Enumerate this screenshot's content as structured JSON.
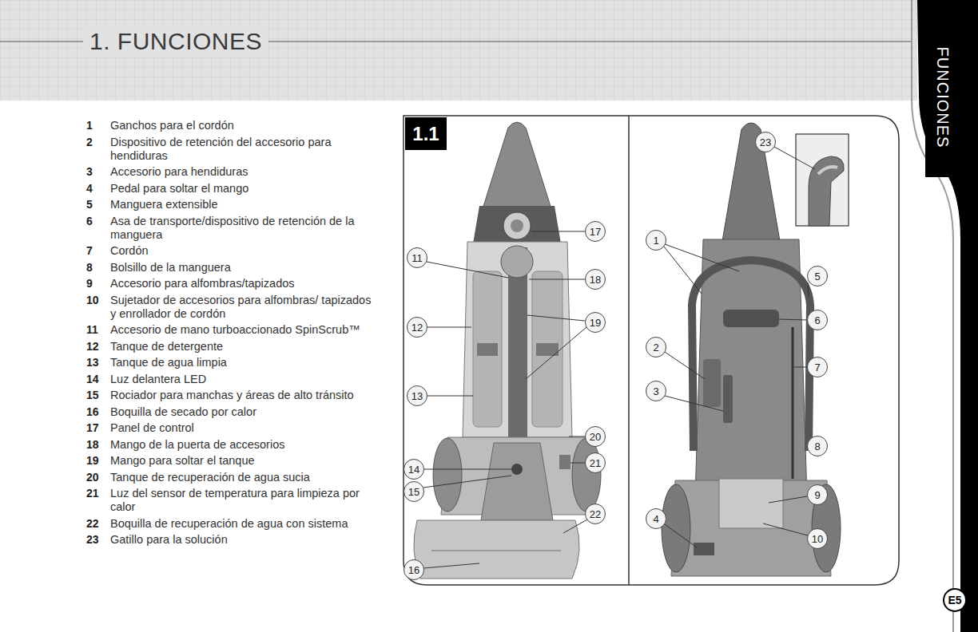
{
  "diagram": {
    "title": "1. FUNCIONES",
    "nodes": [
      {
        "text": [
          "1.1"
        ]
      },
      {
        "text": [
          "11"
        ]
      },
      {
        "text": [
          "12"
        ]
      },
      {
        "text": [
          "13"
        ]
      },
      {
        "text": [
          "14"
        ]
      },
      {
        "text": [
          "15"
        ]
      },
      {
        "text": [
          "16"
        ]
      },
      {
        "text": [
          "17"
        ]
      },
      {
        "text": [
          "18"
        ]
      },
      {
        "text": [
          "19"
        ]
      },
      {
        "text": [
          "20"
        ]
      },
      {
        "text": [
          "21"
        ]
      },
      {
        "text": [
          "22"
        ]
      },
      {
        "text": [
          "23"
        ]
      },
      {
        "text": [
          "1"
        ]
      },
      {
        "text": [
          "2"
        ]
      },
      {
        "text": [
          "3"
        ]
      },
      {
        "text": [
          "4"
        ]
      },
      {
        "text": [
          "5"
        ]
      },
      {
        "text": [
          "6"
        ]
      },
      {
        "text": [
          "7"
        ]
      },
      {
        "text": [
          "8"
        ]
      },
      {
        "text": [
          "9"
        ]
      },
      {
        "text": [
          "10"
        ]
      },
      {
        "text": [
          "FUNCIONES"
        ]
      },
      {
        "text": [
          "E5"
        ]
      }
    ],
    "labels": [
      "1",
      "Ganchos para el cordón",
      "2",
      "Dispositivo de retención del accesorio para hendiduras",
      "3",
      "Accesorio para hendiduras",
      "4",
      "Pedal para soltar el mango",
      "5",
      "Manguera extensible",
      "6",
      "Asa de transporte/dispositivo de retención de la manguera",
      "7",
      "Cordón",
      "8",
      "Bolsillo de la manguera",
      "9",
      "Accesorio para alfombras/tapizados",
      "10",
      "Sujetador de accesorios para alfombras/ tapizados y enrollador de cordón",
      "11",
      "Accesorio de mano turboaccionado SpinScrub™",
      "12",
      "Tanque de detergente",
      "13",
      "Tanque de agua limpia",
      "14",
      "Luz delantera LED",
      "15",
      "Rociador para manchas y áreas de alto tránsito",
      "16",
      "Boquilla de secado por calor",
      "17",
      "Panel de control",
      "18",
      "Mango de la puerta de accesorios",
      "19",
      "Mango para soltar el tanque",
      "20",
      "Tanque de recuperación de agua sucia",
      "21",
      "Luz del sensor de temperatura para limpieza por calor",
      "22",
      "Boquilla de recuperación de agua con sistema",
      "23",
      "Gatillo para la solución"
    ]
  }
}
